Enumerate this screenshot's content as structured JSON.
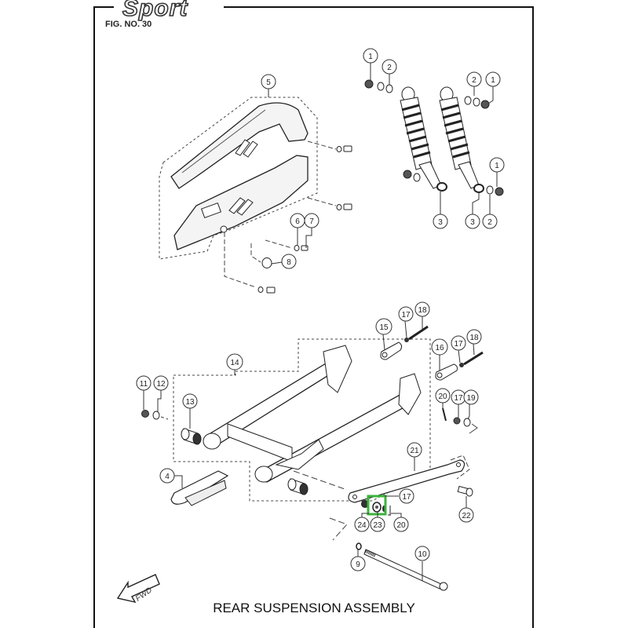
{
  "header": {
    "brand_logo": "Sport",
    "figure_number": "FIG. NO. 30"
  },
  "footer": {
    "title": "REAR SUSPENSION ASSEMBLY",
    "direction_arrow": "FWD"
  },
  "highlight": {
    "part": "23",
    "color": "#3db33d"
  },
  "callouts": {
    "shock_top_left_nut": "1",
    "shock_top_left_washer": "2",
    "shock_top_right_washer": "2",
    "shock_top_right_nut": "1",
    "shock_bottom_right_nut": "1",
    "shock_bottom_left_bush": "3",
    "shock_bottom_right_bush": "3",
    "shock_bottom_right_washer": "2",
    "chain_case": "5",
    "washer_6": "6",
    "bolt_7": "7",
    "cap_8": "8",
    "swing_arm": "14",
    "nut_11": "11",
    "washer_12": "12",
    "bush_13": "13",
    "chain_slider": "4",
    "bracket_15": "15",
    "nut_17_a": "17",
    "bolt_18_a": "18",
    "bracket_16": "16",
    "nut_17_b": "17",
    "bolt_18_b": "18",
    "pin_20_a": "20",
    "nut_17_c": "17",
    "washer_19": "19",
    "torque_rod_21": "21",
    "bolt_22": "22",
    "nut_17_d": "17",
    "part_24": "24",
    "part_23": "23",
    "pin_20_b": "20",
    "washer_9": "9",
    "axle_10": "10"
  }
}
